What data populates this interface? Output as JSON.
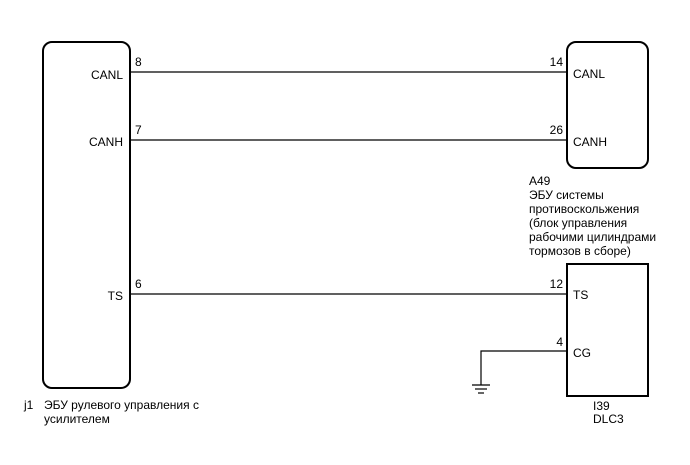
{
  "left_unit": {
    "code": "j1",
    "name_line1": "ЭБУ рулевого управления с",
    "name_line2": "усилителем",
    "pins": {
      "canl": {
        "label": "CANL",
        "number": "8"
      },
      "canh": {
        "label": "CANH",
        "number": "7"
      },
      "ts": {
        "label": "TS",
        "number": "6"
      }
    }
  },
  "right_unit_top": {
    "code": "A49",
    "name_lines": [
      "ЭБУ системы",
      "противоскольжения",
      "(блок управления",
      "рабочими цилиндрами",
      "тормозов в сборе)"
    ],
    "pins": {
      "canl": {
        "label": "CANL",
        "number": "14"
      },
      "canh": {
        "label": "CANH",
        "number": "26"
      }
    }
  },
  "right_unit_bottom": {
    "code": "I39",
    "name": "DLC3",
    "pins": {
      "ts": {
        "label": "TS",
        "number": "12"
      },
      "cg": {
        "label": "CG",
        "number": "4"
      }
    }
  },
  "ground_symbol": "ground-icon"
}
